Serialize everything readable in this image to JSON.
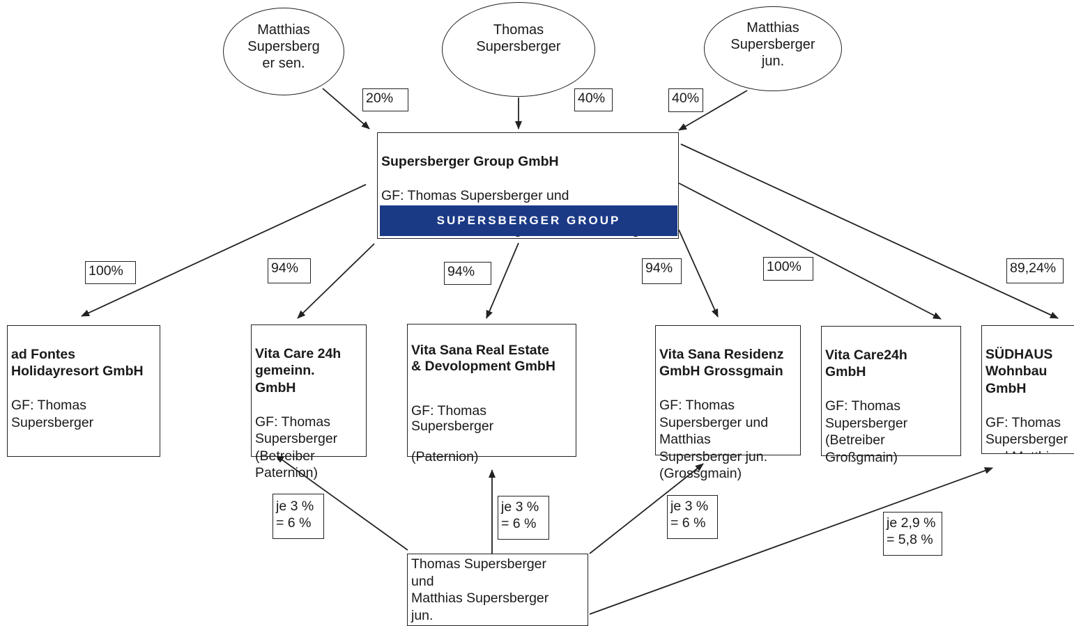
{
  "owners": {
    "matthias_sen": "Matthias\nSupersberg\ner sen.",
    "thomas": "Thomas\nSupersberger",
    "matthias_jun": "Matthias\nSupersberger\njun."
  },
  "shares_top": {
    "matthias_sen": "20%",
    "thomas": "40%",
    "matthias_jun": "40%"
  },
  "group": {
    "name": "Supersberger Group GmbH",
    "details": "GF: Thomas  Supersberger und\nMatthias  Supersberger jun.\nBesitz und Immobiliengesellschaft,  Holding",
    "banner": "SUPERSBERGER GROUP"
  },
  "shares_mid": {
    "ad_fontes": "100%",
    "vita_care_gem": "94%",
    "vita_sana_re": "94%",
    "vita_sana_res": "94%",
    "vita_care24h": "100%",
    "suedhaus": "89,24%"
  },
  "subsidiaries": {
    "ad_fontes": {
      "name": "ad Fontes\nHolidayresort GmbH",
      "details": "GF: Thomas\nSupersberger"
    },
    "vita_care_gem": {
      "name": "Vita Care 24h\ngemeinn.\nGmbH",
      "details": "GF: Thomas\nSupersberger\n(Betreiber\nPaternion)"
    },
    "vita_sana_re": {
      "name": "Vita Sana Real Estate\n& Devolopment GmbH",
      "details": "GF: Thomas\nSupersberger\n\n(Paternion)"
    },
    "vita_sana_res": {
      "name": "Vita Sana Residenz\nGmbH Grossgmain",
      "details": "GF: Thomas\nSupersberger und\nMatthias\nSupersberger jun.\n(Grossgmain)"
    },
    "vita_care24h": {
      "name": "Vita Care24h\nGmbH",
      "details": "GF: Thomas\nSupersberger\n(Betreiber\nGroßgmain)"
    },
    "suedhaus": {
      "name": "SÜDHAUS\nWohnbau\nGmbH",
      "details": "GF: Thomas\nSupersberger\nund Matthias\nSupersberger"
    }
  },
  "shares_bottom": {
    "vita_care_gem": "je 3 %\n= 6 %",
    "vita_sana_re": "je 3 %\n= 6 %",
    "vita_sana_res": "je 3 %\n= 6 %",
    "suedhaus": "je 2,9 %\n= 5,8 %"
  },
  "bottom_owner": "Thomas  Supersberger\nund\nMatthias  Supersberger\njun.",
  "colors": {
    "banner": "#1b3a86",
    "line": "#222222"
  }
}
